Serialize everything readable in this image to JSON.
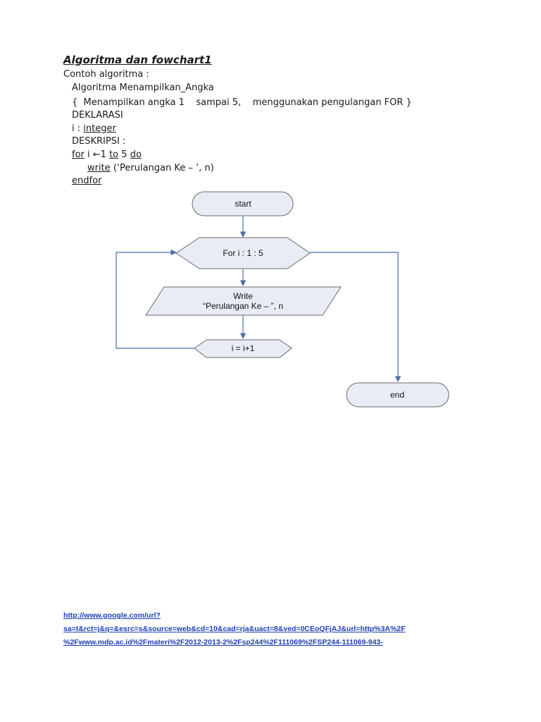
{
  "title": "Algoritma dan fowchart1",
  "code": {
    "intro": "Contoh algoritma :",
    "algo_name": "Algoritma Menampilkan_Angka",
    "comment": "{  Menampilkan angka 1    sampai 5,    menggunakan pengulangan FOR }",
    "deklarasi": "DEKLARASI",
    "var_prefix": "i : ",
    "var_type": "integer",
    "deskripsi": "DESKRIPSI :",
    "kw_for": "for",
    "for_mid1": " i ",
    "arrow": "←",
    "for_mid2": "1 ",
    "kw_to": "to",
    "for_mid3": " 5 ",
    "kw_do": "do",
    "kw_write": "write",
    "write_args": " (‘Perulangan Ke – ’, n)",
    "kw_endfor": "endfor"
  },
  "flowchart": {
    "start": "start",
    "loop": "For i : 1 : 5",
    "write_line1": "Write",
    "write_line2": "“Perulangan Ke – ”, n",
    "increment": "i = i+1",
    "end": "end",
    "fill_color": "#e8ecf5",
    "stroke_color": "#6a6a6a",
    "arrow_color": "#4a6ea8"
  },
  "links": [
    "http://www.google.com/url?",
    "sa=t&rct=j&q=&esrc=s&source=web&cd=10&cad=rja&uact=8&ved=0CEoQFjAJ&url=http%3A%2F",
    "%2Fwww.mdp.ac.id%2Fmateri%2F2012-2013-2%2Fsp244%2F111069%2FSP244-111069-943-"
  ]
}
